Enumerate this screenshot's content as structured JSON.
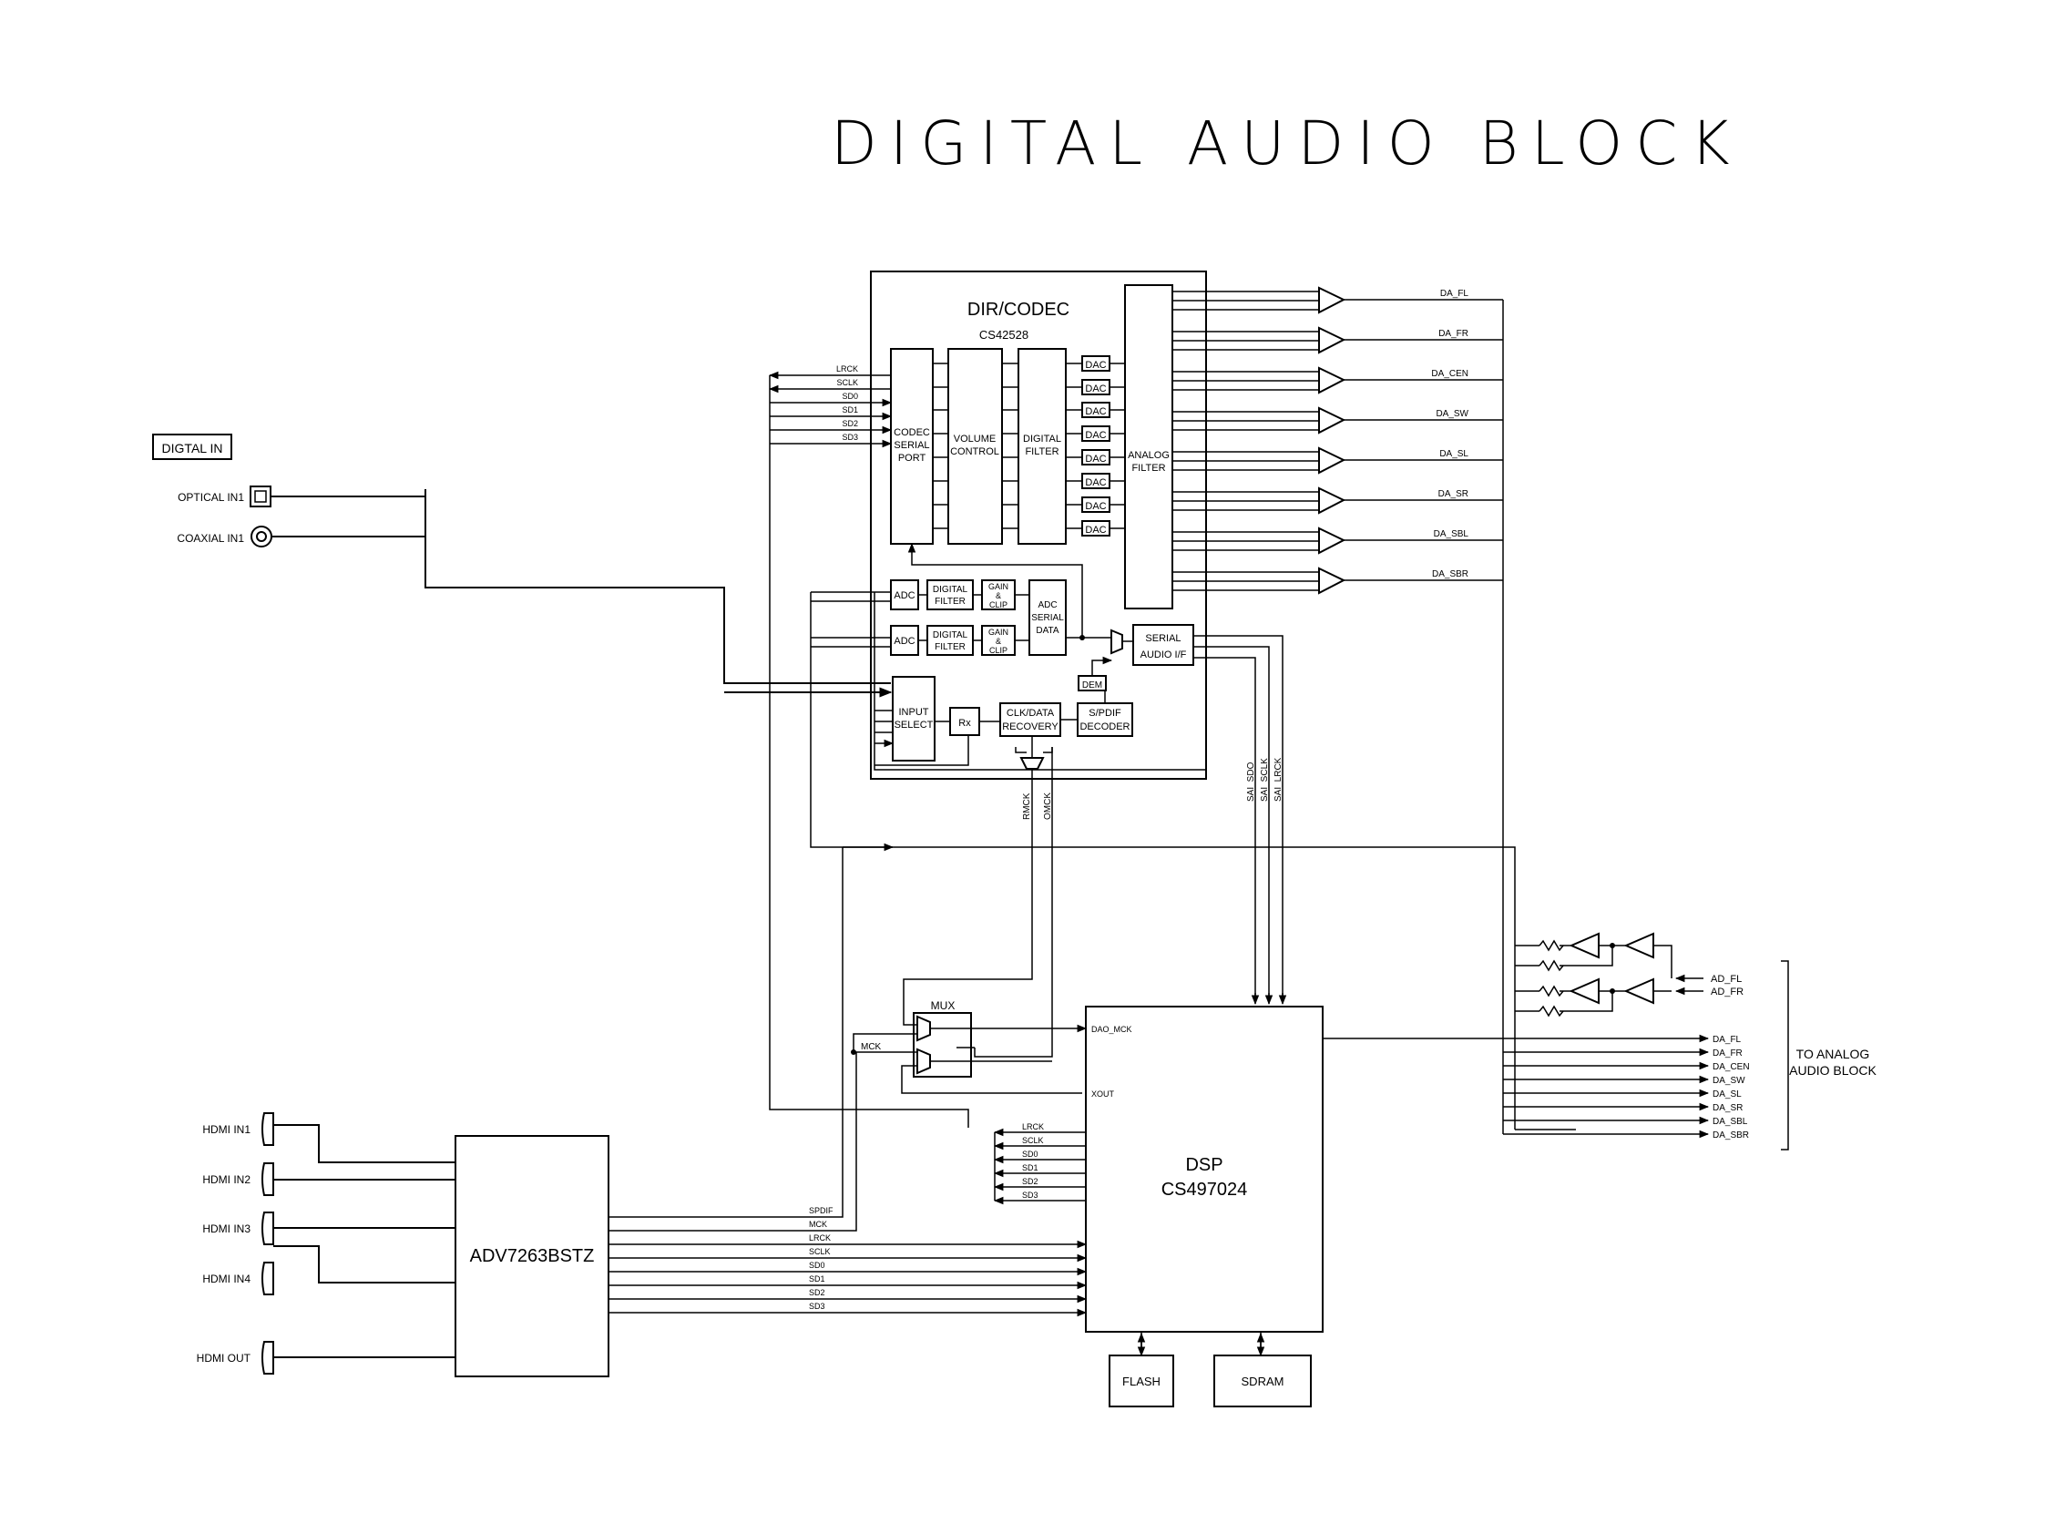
{
  "title": "DIGITAL AUDIO BLOCK",
  "digital_in": {
    "label": "DIGTAL IN",
    "optical": "OPTICAL IN1",
    "coaxial": "COAXIAL IN1"
  },
  "codec": {
    "title": "DIR/CODEC",
    "part": "CS42528",
    "port_lines": [
      "LRCK",
      "SCLK",
      "SD0",
      "SD1",
      "SD2",
      "SD3"
    ],
    "serial_port": [
      "CODEC",
      "SERIAL",
      "PORT"
    ],
    "volume": [
      "VOLUME",
      "CONTROL"
    ],
    "digital_filter": [
      "DIGITAL",
      "FILTER"
    ],
    "dac": "DAC",
    "analog_filter": [
      "ANALOG",
      "FILTER"
    ],
    "adc": "ADC",
    "gain_clip": [
      "GAIN",
      "&",
      "CLIP"
    ],
    "adc_serial": [
      "ADC",
      "SERIAL",
      "DATA"
    ],
    "serial_audio": [
      "SERIAL",
      "AUDIO I/F"
    ],
    "dem": "DEM",
    "input_select": [
      "INPUT",
      "SELECT"
    ],
    "rx": "Rx",
    "clk_data": [
      "CLK/DATA",
      "RECOVERY"
    ],
    "spdif_decoder": [
      "S/PDIF",
      "DECODER"
    ],
    "rmck": "RMCK",
    "omck": "OMCK",
    "sai_lines": [
      "SAI_SDO",
      "SAI_SCLK",
      "SAI_LRCK"
    ]
  },
  "outputs": [
    "DA_FL",
    "DA_FR",
    "DA_CEN",
    "DA_SW",
    "DA_SL",
    "DA_SR",
    "DA_SBL",
    "DA_SBR"
  ],
  "analog_in": [
    "AD_FL",
    "AD_FR"
  ],
  "to_analog": [
    "TO ANALOG",
    "AUDIO BLOCK"
  ],
  "mux": {
    "label": "MUX",
    "mck": "MCK"
  },
  "dsp": {
    "name": "DSP",
    "part": "CS497024",
    "dao_mck": "DAO_MCK",
    "xout": "XOUT",
    "port_lines": [
      "LRCK",
      "SCLK",
      "SD0",
      "SD1",
      "SD2",
      "SD3"
    ]
  },
  "hdmi": {
    "inputs": [
      "HDMI IN1",
      "HDMI IN2",
      "HDMI IN3",
      "HDMI IN4"
    ],
    "output": "HDMI OUT",
    "chip": "ADV7263BSTZ",
    "bus": [
      "SPDIF",
      "MCK",
      "LRCK",
      "SCLK",
      "SD0",
      "SD1",
      "SD2",
      "SD3"
    ]
  },
  "flash": "FLASH",
  "sdram": "SDRAM"
}
